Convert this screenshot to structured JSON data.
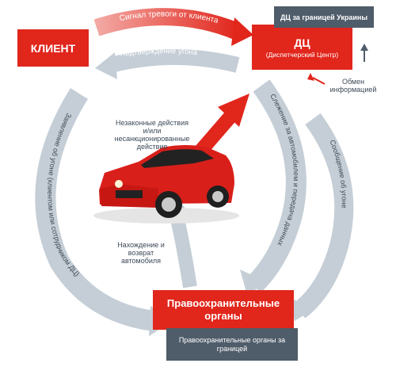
{
  "nodes": {
    "client": "КЛИЕНТ",
    "dc_title": "ДЦ",
    "dc_subtitle": "(Диспетчерский Центр)",
    "dc_abroad": "ДЦ за границей Украины",
    "police": "Правоохранительные органы",
    "police_abroad": "Правоохранительные органы за границей"
  },
  "labels": {
    "alarm": "Сигнал тревоги от клиента",
    "confirm": "Подтверждение угона",
    "exchange": "Обмен информацией",
    "illegal": "Незаконные действия и/или несанкционированные действия",
    "tracking": "Слежение за автомобилем и передача данных",
    "report": "Сообщение об угоне",
    "claim": "Заявление об угоне (клиентом или сотрудником ДЦ)",
    "recovery": "Нахождение и возврат автомобиля"
  },
  "colors": {
    "red": "#e1261c",
    "gray": "#c5ced6",
    "dark": "#4f5c6a",
    "text": "#3d4a57"
  }
}
